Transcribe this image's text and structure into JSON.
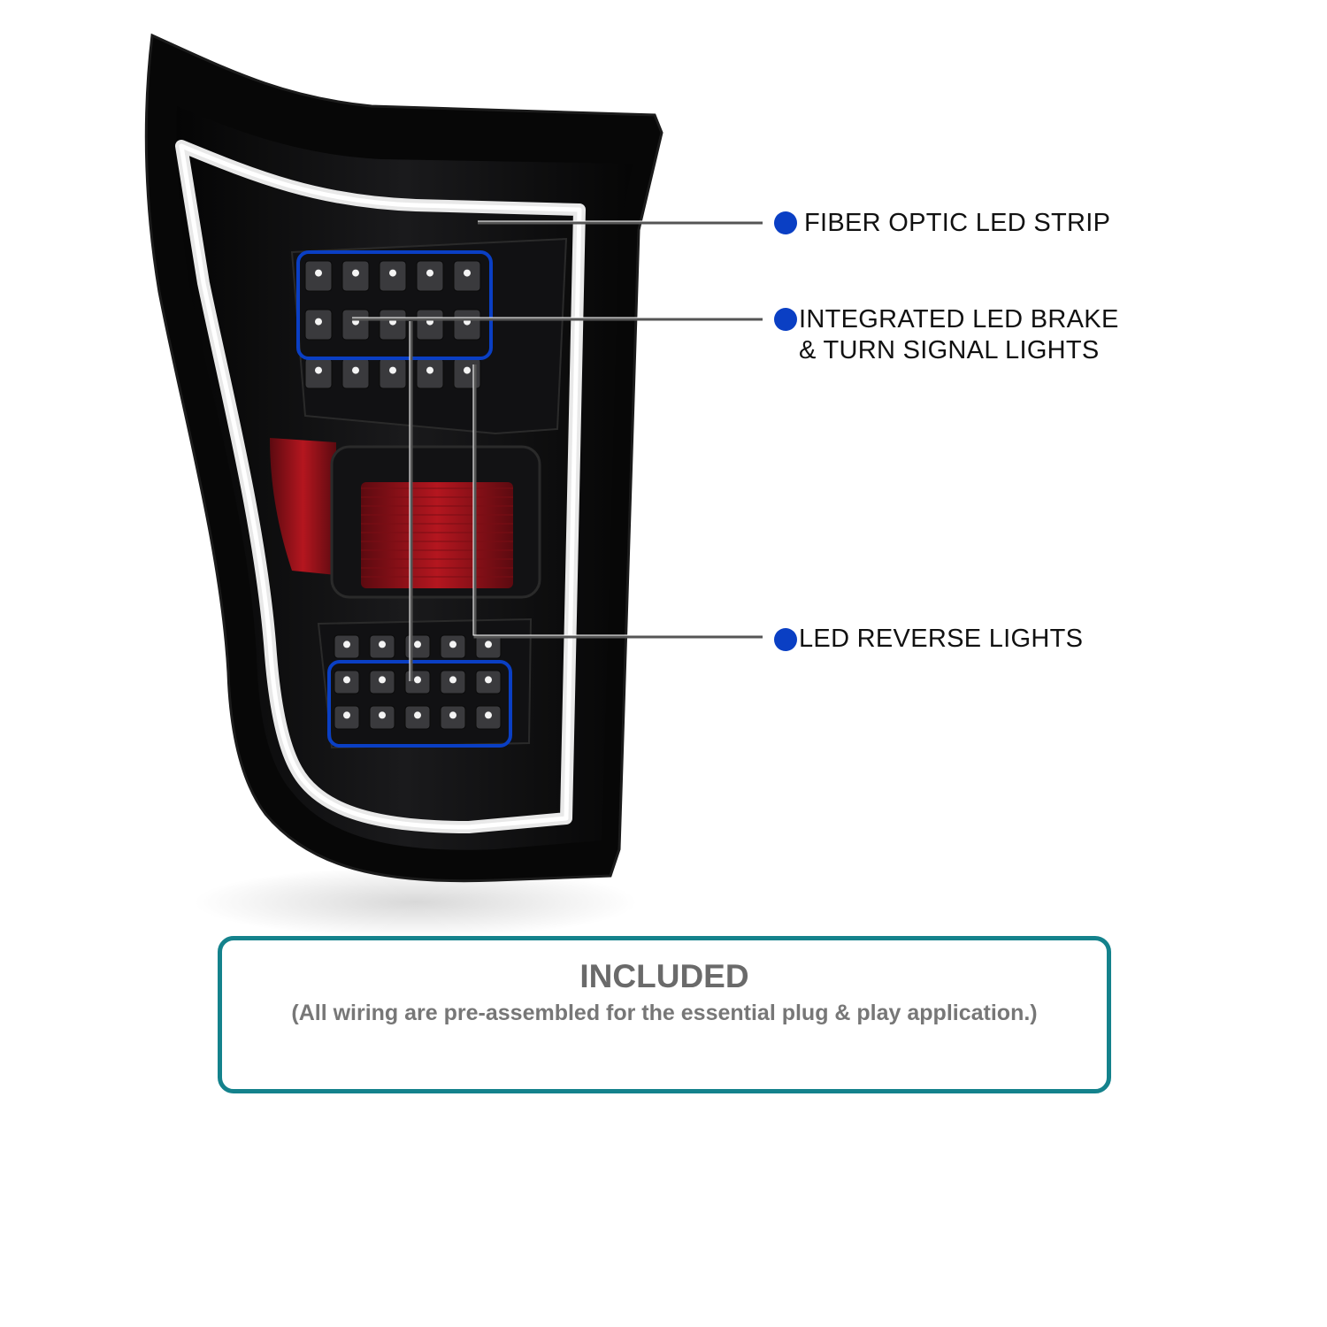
{
  "callouts": [
    {
      "id": "fiber",
      "text": "FIBER OPTIC LED STRIP"
    },
    {
      "id": "brake",
      "line1": "INTEGRATED LED BRAKE",
      "line2": "& TURN SIGNAL LIGHTS"
    },
    {
      "id": "reverse",
      "text": "LED REVERSE LIGHTS"
    }
  ],
  "included": {
    "title": "INCLUDED",
    "subtitle": "(All wiring are pre-assembled for the essential plug & play application.)"
  },
  "colors": {
    "accent_blue": "#0a3fc4",
    "box_border": "#14828c",
    "housing": "#0b0b0c",
    "lens_red": "#a8141c"
  }
}
